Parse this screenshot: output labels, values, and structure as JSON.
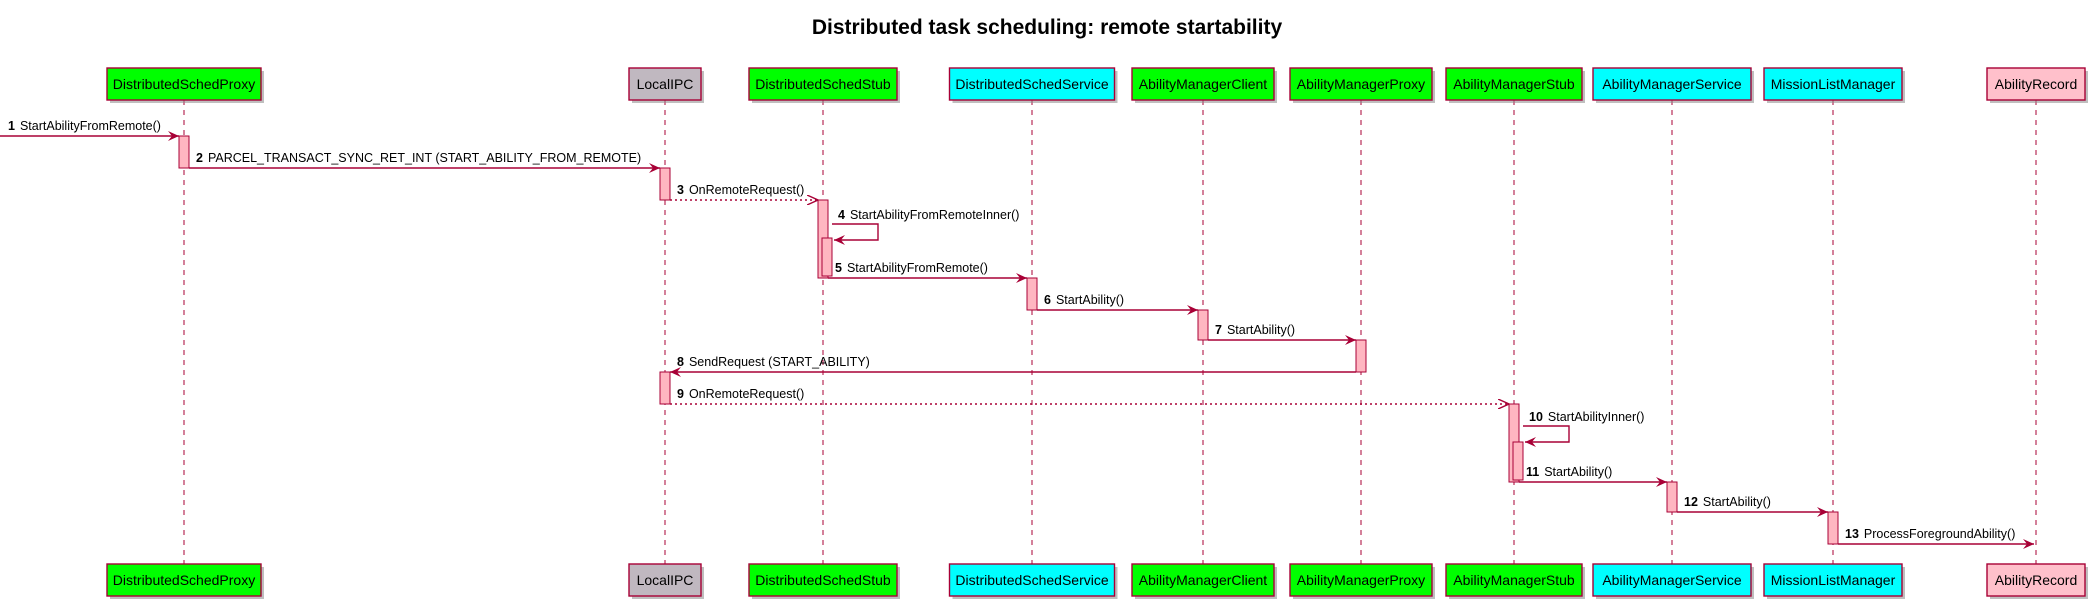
{
  "title": "Distributed task scheduling: remote startability",
  "colors": {
    "green": "#00ff00",
    "cyan": "#00ffff",
    "gray": "#c0b8c0",
    "pink": "#ffc0cb",
    "arrow": "#a80036",
    "activation": "#ffb6c1"
  },
  "participants": [
    {
      "id": "dsp",
      "name": "DistributedSchedProxy",
      "color": "green"
    },
    {
      "id": "ipc",
      "name": "LocalIPC",
      "color": "gray"
    },
    {
      "id": "dss",
      "name": "DistributedSchedStub",
      "color": "green"
    },
    {
      "id": "dsv",
      "name": "DistributedSchedService",
      "color": "cyan"
    },
    {
      "id": "amc",
      "name": "AbilityManagerClient",
      "color": "green"
    },
    {
      "id": "amp",
      "name": "AbilityManagerProxy",
      "color": "green"
    },
    {
      "id": "ams",
      "name": "AbilityManagerStub",
      "color": "green"
    },
    {
      "id": "amsv",
      "name": "AbilityManagerService",
      "color": "cyan"
    },
    {
      "id": "mlm",
      "name": "MissionListManager",
      "color": "cyan"
    },
    {
      "id": "ar",
      "name": "AbilityRecord",
      "color": "pink"
    }
  ],
  "messages": [
    {
      "num": "1",
      "text": "StartAbilityFromRemote()",
      "from": "ext",
      "to": "dsp",
      "style": "solid"
    },
    {
      "num": "2",
      "text": "PARCEL_TRANSACT_SYNC_RET_INT (START_ABILITY_FROM_REMOTE)",
      "from": "dsp",
      "to": "ipc",
      "style": "solid"
    },
    {
      "num": "3",
      "text": "OnRemoteRequest()",
      "from": "ipc",
      "to": "dss",
      "style": "dotted"
    },
    {
      "num": "4",
      "text": "StartAbilityFromRemoteInner()",
      "from": "dss",
      "to": "dss",
      "style": "self"
    },
    {
      "num": "5",
      "text": "StartAbilityFromRemote()",
      "from": "dss",
      "to": "dsv",
      "style": "solid"
    },
    {
      "num": "6",
      "text": "StartAbility()",
      "from": "dsv",
      "to": "amc",
      "style": "solid"
    },
    {
      "num": "7",
      "text": "StartAbility()",
      "from": "amc",
      "to": "amp",
      "style": "solid"
    },
    {
      "num": "8",
      "text": "SendRequest (START_ABILITY)",
      "from": "amp",
      "to": "ipc",
      "style": "solid"
    },
    {
      "num": "9",
      "text": "OnRemoteRequest()",
      "from": "ipc",
      "to": "ams",
      "style": "dotted"
    },
    {
      "num": "10",
      "text": "StartAbilityInner()",
      "from": "ams",
      "to": "ams",
      "style": "self"
    },
    {
      "num": "11",
      "text": "StartAbility()",
      "from": "ams",
      "to": "amsv",
      "style": "solid"
    },
    {
      "num": "12",
      "text": "StartAbility()",
      "from": "amsv",
      "to": "mlm",
      "style": "solid"
    },
    {
      "num": "13",
      "text": "ProcessForegroundAbility()",
      "from": "mlm",
      "to": "ar",
      "style": "solid"
    }
  ]
}
